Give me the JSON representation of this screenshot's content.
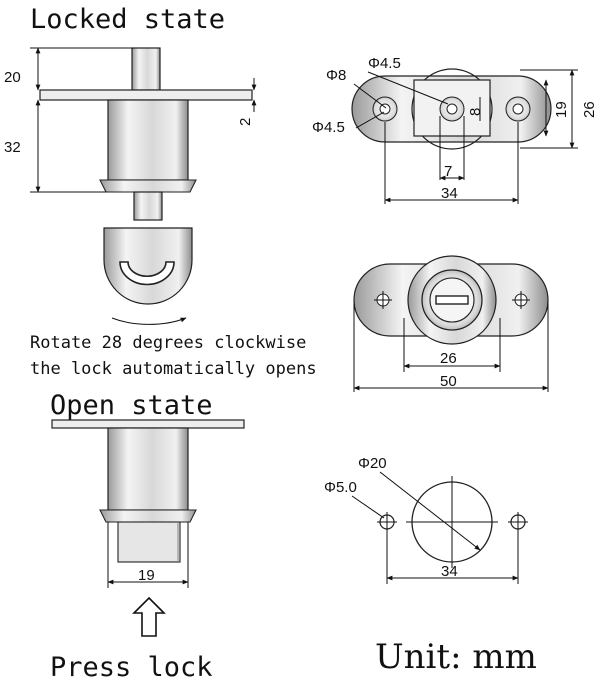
{
  "titles": {
    "locked": "Locked state",
    "open": "Open state",
    "press": "Press lock",
    "unit": "Unit: mm"
  },
  "caption": {
    "line1": "Rotate 28 degrees clockwise",
    "line2": "the lock automatically opens"
  },
  "locked_side_dims": {
    "top_height": "20",
    "body_height": "32",
    "flange": "2"
  },
  "top_view_dims": {
    "phi_small_top": "Φ4.5",
    "phi_8": "Φ8",
    "phi_small_left": "Φ4.5",
    "inner_8": "8",
    "height_19": "19",
    "height_26": "26",
    "width_7": "7",
    "width_34": "34"
  },
  "front_view_dims": {
    "width_26": "26",
    "width_50": "50"
  },
  "open_side_dims": {
    "width_19": "19"
  },
  "cutout_dims": {
    "phi_20": "Φ20",
    "phi_5": "Φ5.0",
    "width_34": "34"
  },
  "icons": [
    "rotation-arrow-icon",
    "press-arrow-icon"
  ]
}
